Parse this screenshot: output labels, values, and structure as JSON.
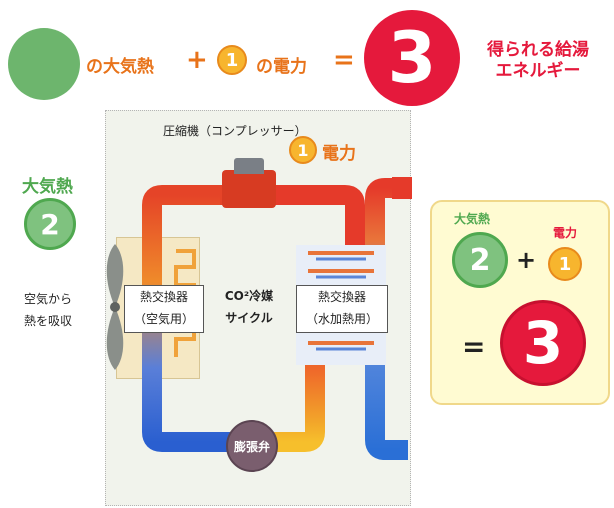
{
  "equation": {
    "heat_label": "の大気熱",
    "plus": "+",
    "power_number": "1",
    "power_label": "の電力",
    "equals": "=",
    "result_number": "3",
    "result_label_line1": "得られる給湯",
    "result_label_line2": "エネルギー"
  },
  "diagram": {
    "compressor_label": "圧縮機（コンプレッサー）",
    "compressor_power_number": "1",
    "compressor_power_label": "電力",
    "air_heat_label": "大気熱",
    "air_heat_number": "2",
    "absorb_line1": "空気から",
    "absorb_line2": "熱を吸収",
    "hx_left_line1": "熱交換器",
    "hx_left_line2": "（空気用）",
    "cycle_line1": "CO²冷媒",
    "cycle_line2": "サイクル",
    "hx_right_line1": "熱交換器",
    "hx_right_line2": "（水加熱用）",
    "valve_label": "膨張弁"
  },
  "side_panel": {
    "heat_label": "大気熱",
    "heat_number": "2",
    "power_label": "電力",
    "power_number": "1",
    "plus": "+",
    "equals": "=",
    "result_number": "3"
  },
  "colors": {
    "green": "#6db56d",
    "orange_circle": "#f7b52e",
    "red_circle": "#e5193c",
    "pipe_hot": "#e53a2a",
    "pipe_cold": "#2a6fd6"
  }
}
